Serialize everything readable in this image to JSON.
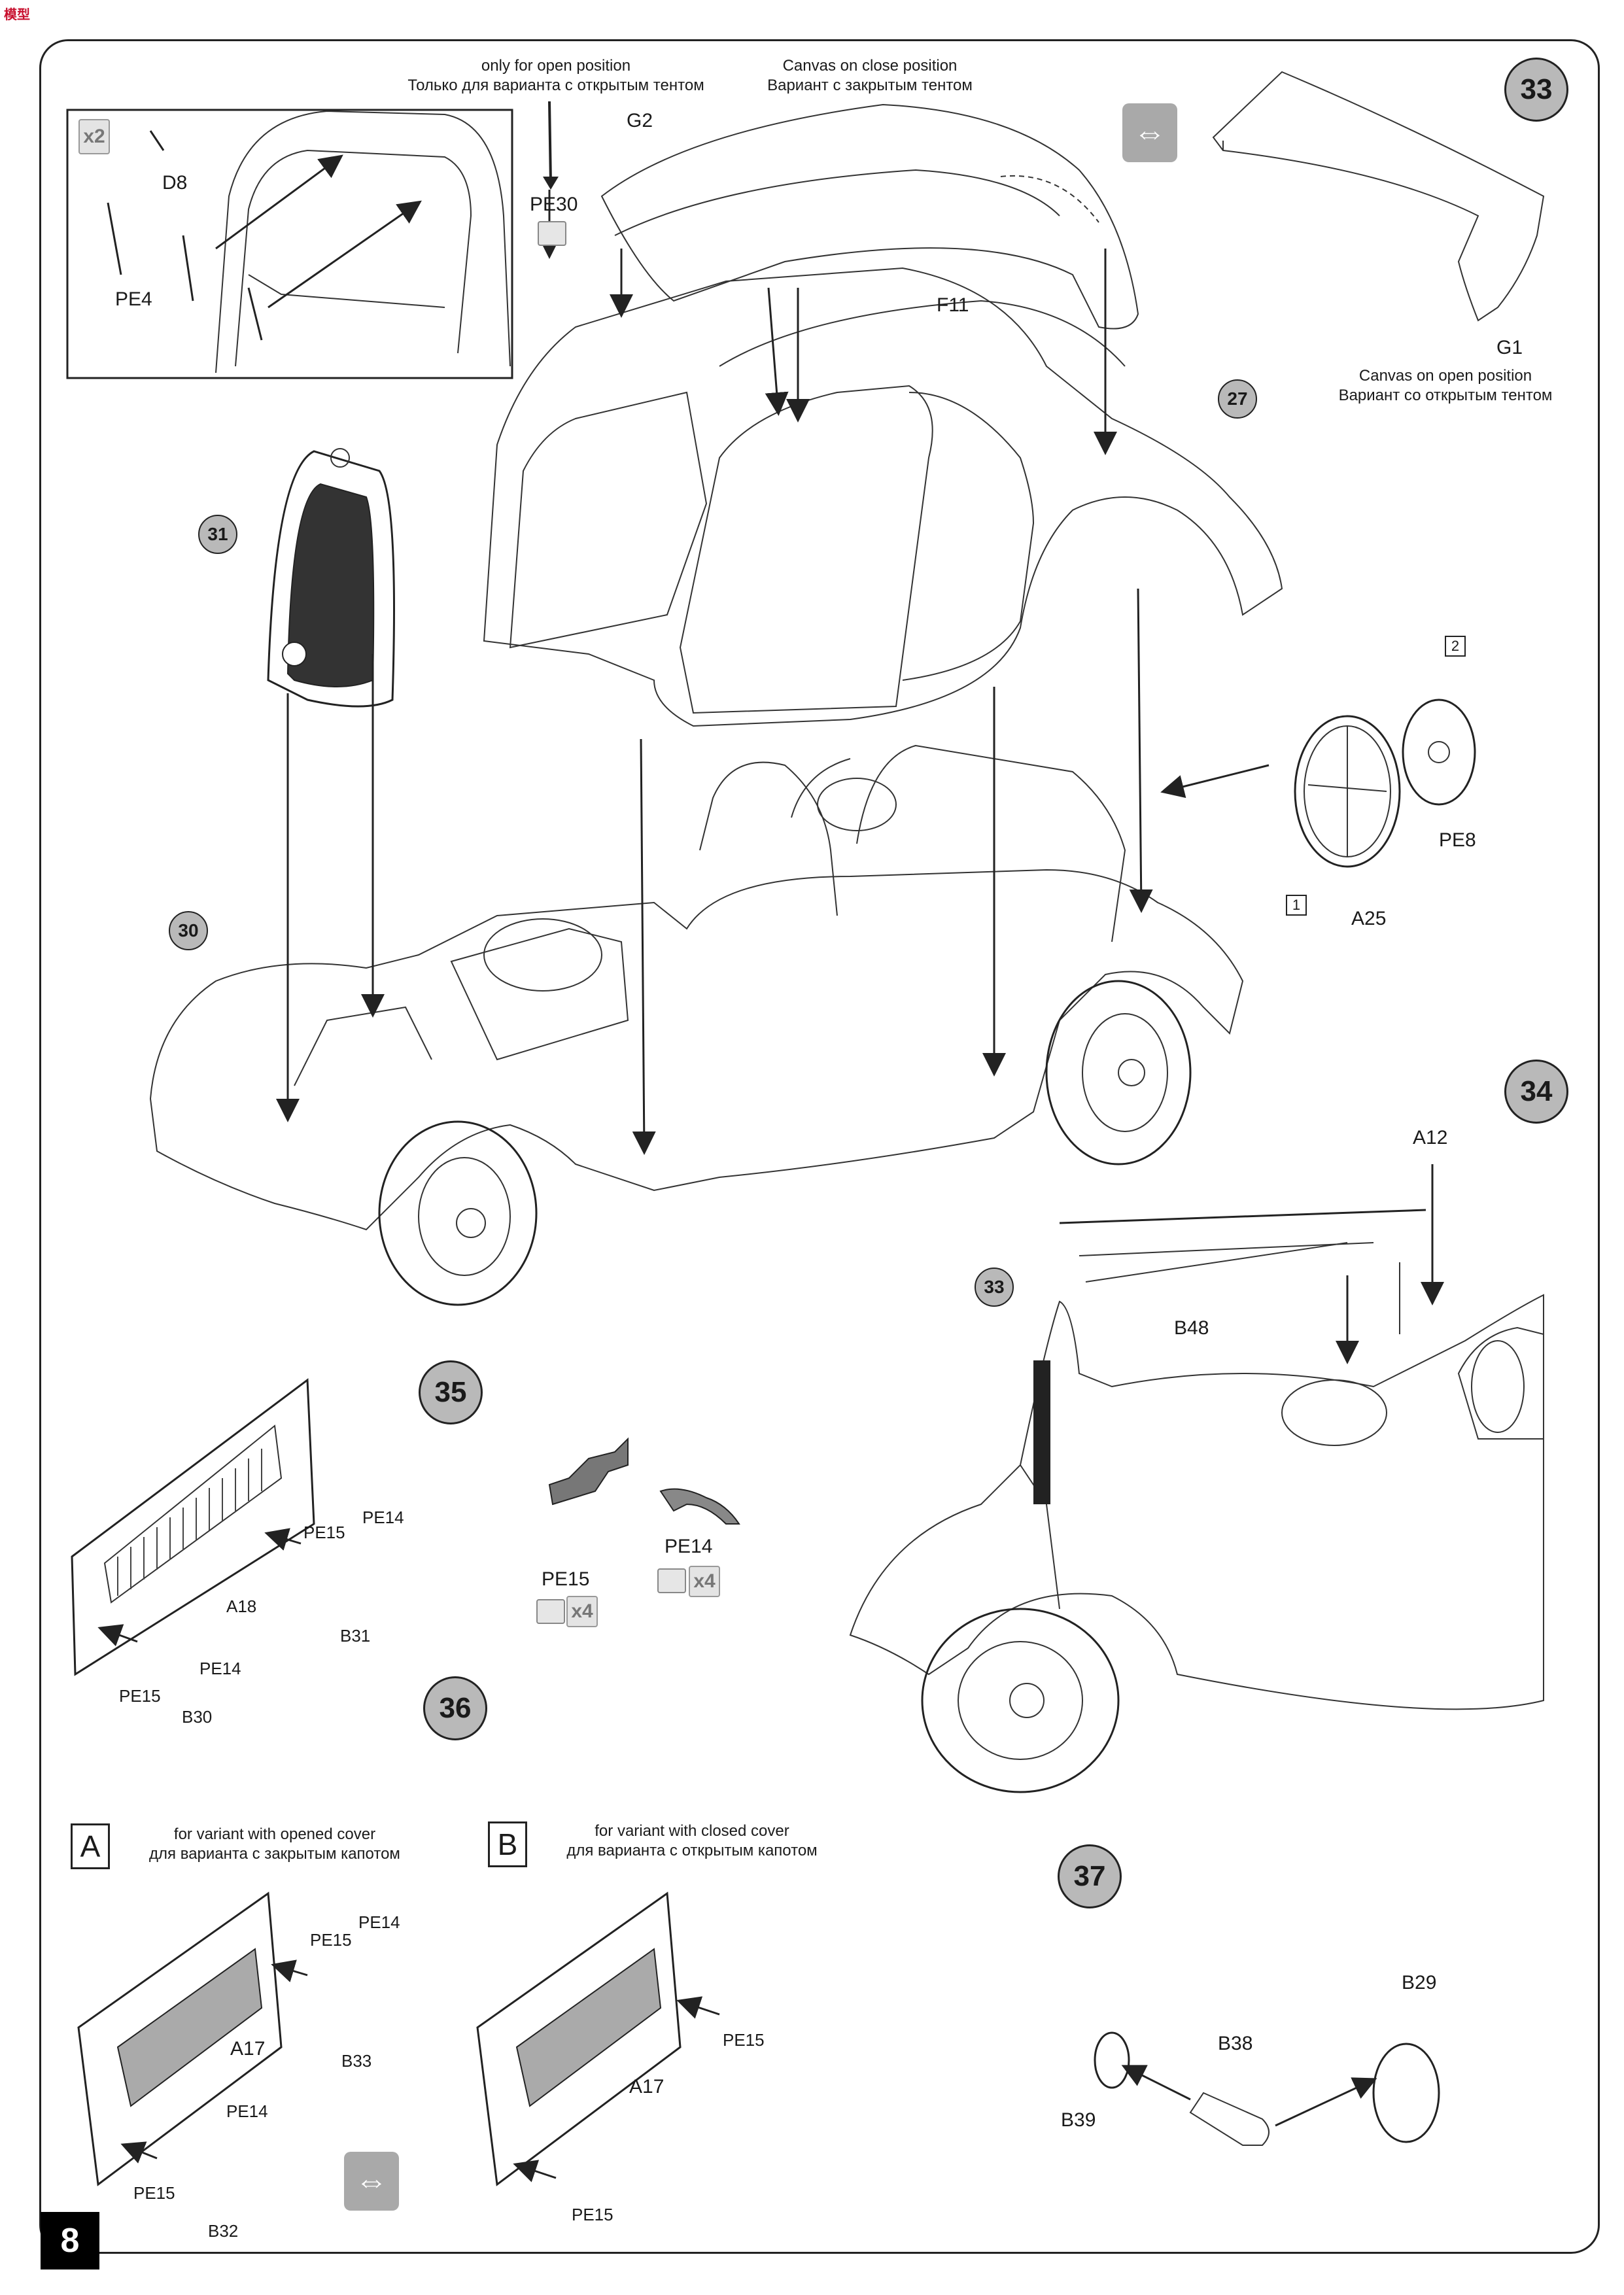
{
  "page_number": "8",
  "corner_logo": "模型",
  "steps": {
    "s27": "27",
    "s30": "30",
    "s31": "31",
    "s33": "33",
    "s33b": "33",
    "s34": "34",
    "s35": "35",
    "s36": "36",
    "s37": "37"
  },
  "notes": {
    "open_en": "only for open position",
    "open_ru": "Только для варианта с открытым тентом",
    "closed_en": "Canvas on close position",
    "closed_ru": "Вариант с закрытым тентом",
    "g1_en": "Canvas on open position",
    "g1_ru": "Вариант со открытым тентом",
    "varA_en": "for variant with opened cover",
    "varA_ru": "для варианта с закрытым капотом",
    "varB_en": "for variant with closed cover",
    "varB_ru": "для варианта с открытым капотом"
  },
  "variants": {
    "a": "A",
    "b": "B"
  },
  "wheel_sub": {
    "one": "1",
    "two": "2"
  },
  "multipliers": {
    "x2": "x2",
    "x4a": "x4",
    "x4b": "x4"
  },
  "parts": {
    "d8": "D8",
    "pe4": "PE4",
    "pe30": "PE30",
    "g2": "G2",
    "f11": "F11",
    "g1": "G1",
    "pe8": "PE8",
    "a25": "A25",
    "a12": "A12",
    "b48": "B48",
    "pe15_35a": "PE15",
    "pe14_35a": "PE14",
    "a18": "A18",
    "b31": "B31",
    "pe14_35b": "PE14",
    "pe15_35b": "PE15",
    "b30": "B30",
    "pe15_mid": "PE15",
    "pe14_mid": "PE14",
    "pe14_a1": "PE14",
    "pe15_a1": "PE15",
    "a17_a": "A17",
    "b33": "B33",
    "pe14_a2": "PE14",
    "pe15_a2": "PE15",
    "b32": "B32",
    "a17_b": "A17",
    "pe15_b1": "PE15",
    "pe15_b2": "PE15",
    "b29": "B29",
    "b38": "B38",
    "b39": "B39"
  }
}
